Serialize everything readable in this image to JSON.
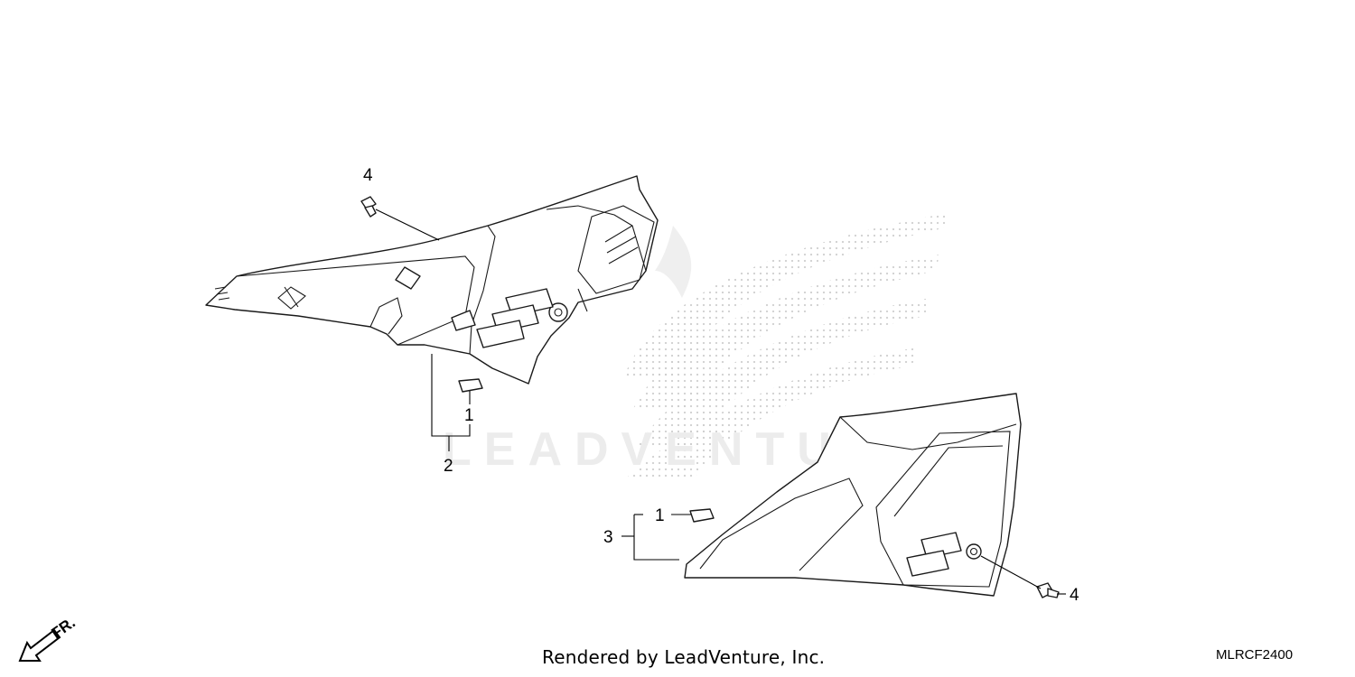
{
  "diagram": {
    "callouts": {
      "c4_top": "4",
      "c1_left": "1",
      "c2": "2",
      "c1_right": "1",
      "c3": "3",
      "c4_right": "4"
    },
    "direction_label": "FR.",
    "watermark_text": "LEADVENTURE",
    "footer": "Rendered by LeadVenture, Inc.",
    "diagram_code": "MLRCF2400",
    "colors": {
      "line": "#1a1a1a",
      "watermark": "#d9d9d9",
      "background": "#ffffff"
    }
  }
}
